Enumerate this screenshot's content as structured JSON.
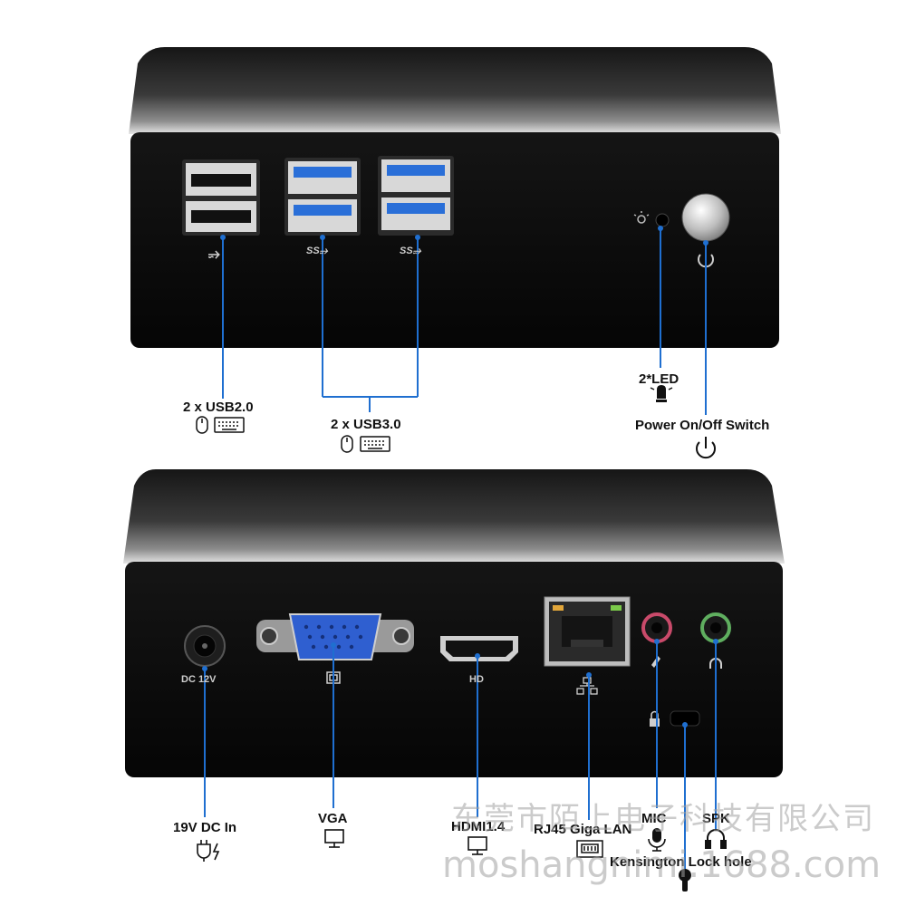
{
  "top_unit": {
    "ports": {
      "usb2_icon": "usb-icon",
      "usb3_mark_1": "SS",
      "usb3_mark_2": "SS"
    },
    "callouts": {
      "usb2": "2 x USB2.0",
      "usb3": "2 x USB3.0",
      "led": "2*LED",
      "power": "Power On/Off Switch"
    }
  },
  "bottom_unit": {
    "ports": {
      "dc": "DC 12V",
      "hdmi": "HD"
    },
    "callouts": {
      "dc_in": "19V DC In",
      "vga": "VGA",
      "hdmi": "HDMI1.4",
      "lan": "RJ45 Giga LAN",
      "mic": "MIC",
      "spk": "SPK",
      "kensington": "Kensington Lock hole"
    }
  },
  "watermark": {
    "line1": "东莞市陌上电子科技有限公司",
    "line2": "moshangnimi.1688.com"
  },
  "colors": {
    "callout_line": "#1f6fd0",
    "case_body": "#0b0b0b",
    "case_top": "#3a3a3a",
    "usb3_blue": "#2a6fd8",
    "vga_blue": "#2f5fd0",
    "mic_ring": "#c94a6a",
    "spk_ring": "#5fae5f"
  }
}
